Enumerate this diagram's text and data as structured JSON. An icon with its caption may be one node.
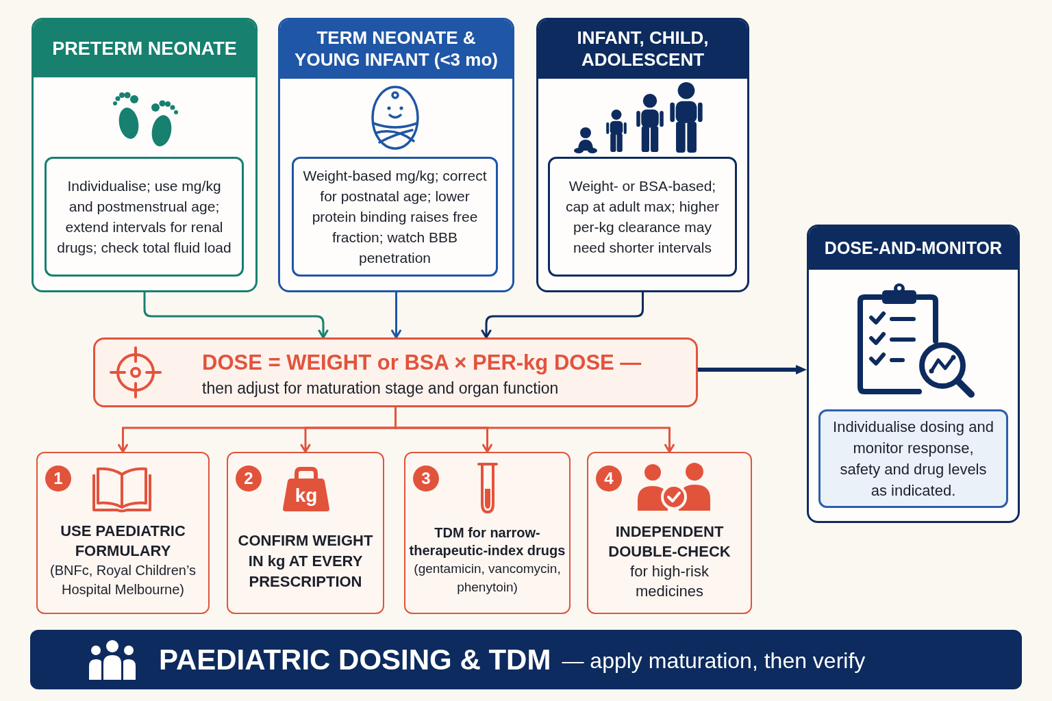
{
  "diagram": {
    "nodes": [
      {
        "text": [
          "PRETERM NEONATE"
        ]
      },
      {
        "text": [
          "Individualise; use mg/kg and postmenstrual age; extend intervals for renal drugs; check total fluid load"
        ],
        "in": 0
      },
      {
        "text": [
          "TERM NEONATE & YOUNG INFANT (<3 mo)"
        ]
      },
      {
        "text": [
          "Weight-based mg/kg; correct for postnatal age; lower protein binding raises free fraction; watch BBB penetration"
        ],
        "in": 2
      },
      {
        "text": [
          "INFANT, CHILD, ADOLESCENT"
        ]
      },
      {
        "text": [
          "Weight- or BSA-based; cap at adult max; higher per-kg clearance may need shorter intervals"
        ],
        "in": 4
      },
      {
        "text": [
          "DOSE = WEIGHT or BSA × PER-kg DOSE —",
          "then adjust for maturation stage and organ function"
        ]
      },
      {
        "text": [
          "DOSE-AND-MONITOR"
        ]
      },
      {
        "text": [
          "Individualise dosing and monitor response, safety and drug levels as indicated."
        ],
        "in": 7
      },
      {
        "text": [
          "1",
          "USE PAEDIATRIC FORMULARY",
          "(BNFc, Royal Children’s Hospital Melbourne)"
        ]
      },
      {
        "text": [
          "2",
          "kg",
          "CONFIRM WEIGHT IN kg AT EVERY PRESCRIPTION"
        ]
      },
      {
        "text": [
          "3",
          "TDM for narrow-therapeutic-index drugs",
          "(gentamicin, vancomycin, phenytoin)"
        ]
      },
      {
        "text": [
          "4",
          "INDEPENDENT DOUBLE-CHECK",
          "for high-risk medicines"
        ]
      },
      {
        "text": [
          "PAEDIATRIC DOSING & TDM",
          "— apply maturation, then verify"
        ]
      }
    ],
    "edges": [
      {
        "from": 0,
        "to": 6,
        "arrow": "to",
        "color": "#17806f"
      },
      {
        "from": 2,
        "to": 6,
        "arrow": "to",
        "color": "#1f56a6"
      },
      {
        "from": 4,
        "to": 6,
        "arrow": "to",
        "color": "#0d2b5e"
      },
      {
        "from": 6,
        "to": 7,
        "arrow": "to",
        "style": "thick",
        "color": "#0d2b5e"
      },
      {
        "from": 6,
        "to": 9,
        "arrow": "to"
      },
      {
        "from": 6,
        "to": 10,
        "arrow": "to"
      },
      {
        "from": 6,
        "to": 11,
        "arrow": "to"
      },
      {
        "from": 6,
        "to": 12,
        "arrow": "to"
      }
    ]
  }
}
